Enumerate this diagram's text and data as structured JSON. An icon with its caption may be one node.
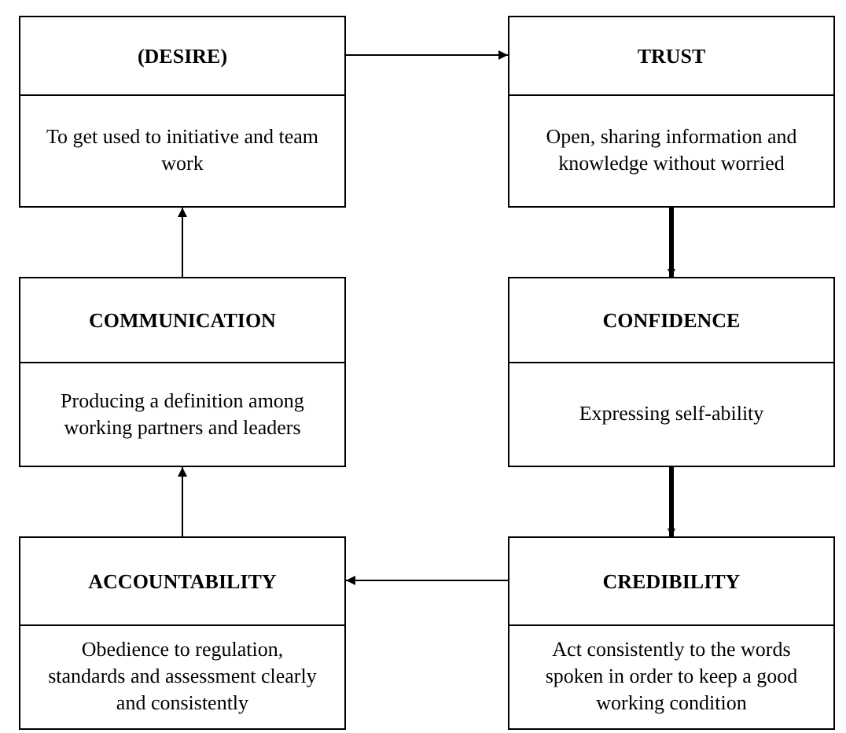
{
  "diagram": {
    "nodes": [
      {
        "text": [
          "(DESIRE)",
          "To get used to initiative  and team work"
        ]
      },
      {
        "text": [
          "TRUST",
          "Open, sharing information and knowledge without worried"
        ]
      },
      {
        "text": [
          "COMMUNICATION",
          "Producing a definition among working partners and leaders"
        ]
      },
      {
        "text": [
          "CONFIDENCE",
          "Expressing self-ability"
        ]
      },
      {
        "text": [
          "ACCOUNTABILITY",
          "Obedience to regulation, standards and assessment clearly  and consistently"
        ]
      },
      {
        "text": [
          "CREDIBILITY",
          "Act consistently to the words spoken in order to keep a good working condition"
        ]
      }
    ],
    "edges": [
      {
        "from": 0,
        "to": 1,
        "arrow": "to"
      },
      {
        "from": 1,
        "to": 3,
        "arrow": "to",
        "style": "thick"
      },
      {
        "from": 3,
        "to": 5,
        "arrow": "to",
        "style": "thick"
      },
      {
        "from": 5,
        "to": 4,
        "arrow": "to"
      },
      {
        "from": 4,
        "to": 2,
        "arrow": "to"
      },
      {
        "from": 2,
        "to": 0,
        "arrow": "to"
      }
    ]
  }
}
